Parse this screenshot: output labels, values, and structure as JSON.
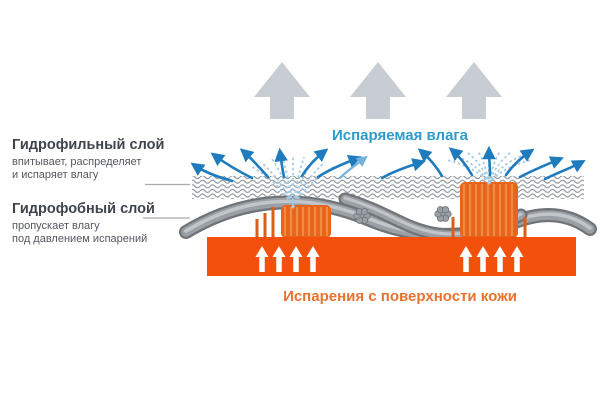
{
  "annotations": {
    "top_flow_label": "Испаряемая влага",
    "bottom_flow_label": "Испарения с поверхности кожи"
  },
  "layers": {
    "hydrophilic": {
      "title": "Гидрофильный слой",
      "desc_line1": "впитывает, распределяет",
      "desc_line2": "и испаряет влагу"
    },
    "hydrophobic": {
      "title": "Гидрофобный слой",
      "desc_line1": "пропускает влагу",
      "desc_line2": "под давлением испарений"
    }
  },
  "icons": {
    "steam_arrow": "steam-arrow-icon",
    "moisture_arrow": "moisture-arrow-icon",
    "vapor_arrow": "vapor-arrow-icon",
    "fiber_knot": "fiber-knot-icon"
  },
  "colors": {
    "page_bg": "#ffffff",
    "steam_gray": "#C7CDD3",
    "title_blue": "#2E9BCB",
    "label_dark": "#3F434C",
    "label_sub": "#55585F",
    "connector_gray": "#A7ABB0",
    "wave_gray": "#8E969D",
    "fiber_dark": "#6F7479",
    "fiber_mid": "#9AA0A5",
    "fiber_light": "#C2C6CA",
    "vent_orange": "#E8641C",
    "vent_stripe": "#F08B42",
    "vent_line": "#DD5E17",
    "dash_blue": "#A5CBE5",
    "dash_blue_dark": "#74B3DC",
    "arrow_blue": "#1E7CBE",
    "skin_orange": "#F3510B",
    "skin_text": "#E8722E"
  }
}
